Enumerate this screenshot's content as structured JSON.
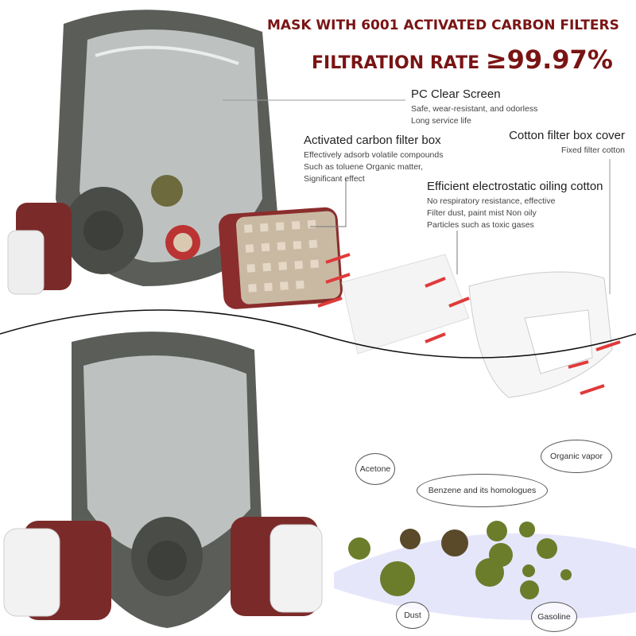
{
  "headline": {
    "line1": "MASK WITH 6001 ACTIVATED CARBON FILTERS",
    "line2_prefix": "FILTRATION RATE ",
    "line2_value": "≥99.97%"
  },
  "features": [
    {
      "title": "PC Clear Screen",
      "details": [
        "Safe, wear-resistant, and odorless",
        "Long service life"
      ]
    },
    {
      "title": "Activated carbon filter box",
      "details": [
        "Effectively adsorb volatile compounds",
        "Such as toluene Organic matter,",
        "Significant effect"
      ]
    },
    {
      "title": "Cotton filter box cover",
      "details": [
        "Fixed filter cotton"
      ]
    },
    {
      "title": "Efficient electrostatic oiling cotton",
      "details": [
        "No respiratory resistance, effective",
        "Filter dust, paint mist Non oily",
        "Particles such as toxic gases"
      ]
    }
  ],
  "pollutants": [
    "Acetone",
    "Organic vapor",
    "Benzene and its homologues",
    "Dust",
    "Gasoline"
  ],
  "colors": {
    "headline": "#7a1414",
    "mask": "#5b5e58",
    "filter": "#7b2a2a",
    "arrow": "#e03a3a"
  }
}
